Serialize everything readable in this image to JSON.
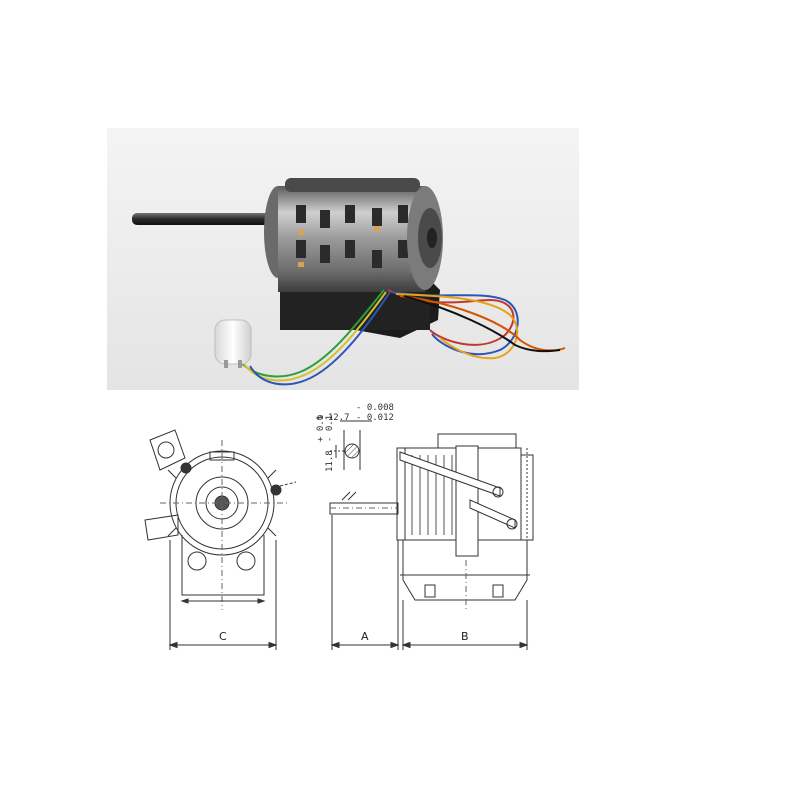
{
  "photo": {
    "subject": "motor-with-capacitor-photo",
    "background_color": "#ececec"
  },
  "drawing": {
    "shaft_tolerance": {
      "diameter_label": "ø 12.7",
      "diameter_tol_upper": "- 0.008",
      "diameter_tol_lower": "- 0.012",
      "flat_label": "11.8",
      "flat_tol_upper": "+ 0.1",
      "flat_tol_lower": "- 0.1"
    },
    "dimensions": {
      "c": "C",
      "a": "A",
      "b": "B"
    }
  }
}
